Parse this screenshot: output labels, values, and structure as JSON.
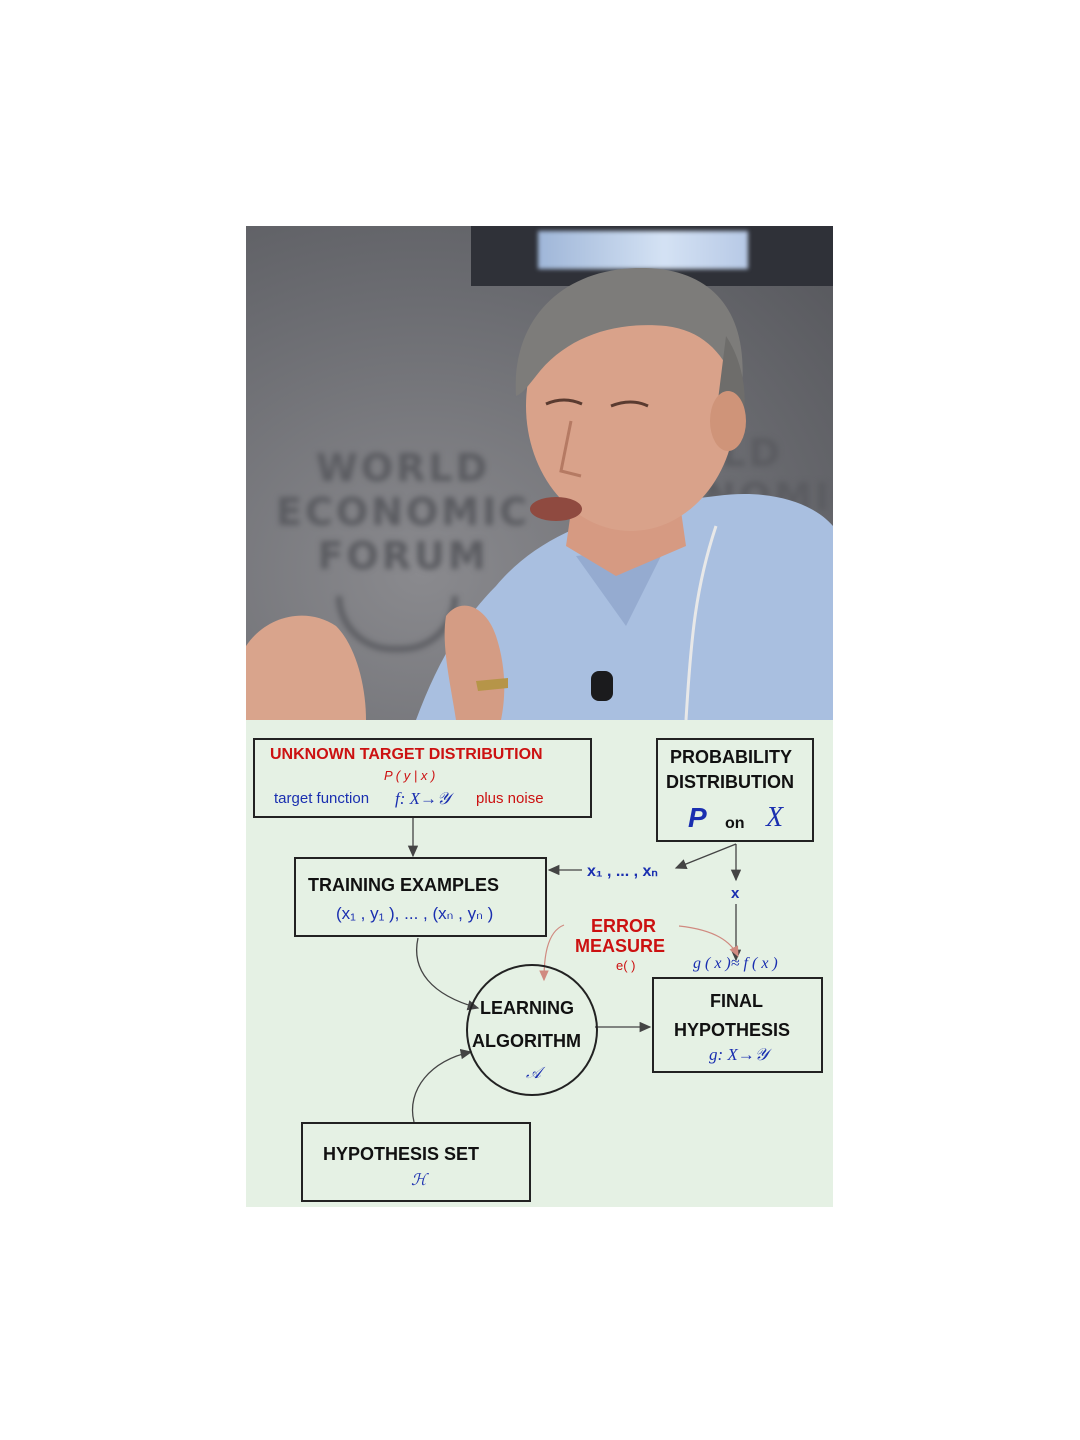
{
  "photo": {
    "background_text_left": [
      "WORLD",
      "ECONOMIC",
      "FORUM"
    ],
    "background_text_right": [
      "WORLD",
      "ECONOMIC"
    ]
  },
  "diagram": {
    "target": {
      "title": "UNKNOWN  TARGET  DISTRIBUTION",
      "formula": "P ( y  |  x )",
      "function_prefix": "target function",
      "function": "f: X→𝒴",
      "noise": "plus  noise"
    },
    "probability": {
      "line1": "PROBABILITY",
      "line2": "DISTRIBUTION",
      "p": "P",
      "on": "on",
      "x": "X"
    },
    "inputs_label": "x₁  , ... , xₙ",
    "x_label": "x",
    "training": {
      "title": "TRAINING   EXAMPLES",
      "formula": "(x₁ , y₁ ), ... , (xₙ , yₙ )"
    },
    "error": {
      "line1": "ERROR",
      "line2": "MEASURE",
      "symbol": "e( )"
    },
    "approx_label": "g ( x )≈ f ( x )",
    "learning": {
      "line1": "LEARNING",
      "line2": "ALGORITHM",
      "symbol": "𝒜"
    },
    "final": {
      "line1": "FINAL",
      "line2": "HYPOTHESIS",
      "formula": "g: X→𝒴"
    },
    "hypothesis_set": {
      "title": "HYPOTHESIS   SET",
      "symbol": "ℋ"
    }
  },
  "colors": {
    "diagram_background": "#e5f1e4",
    "red_text": "#cc1111",
    "blue_text": "#1a2fb0"
  }
}
